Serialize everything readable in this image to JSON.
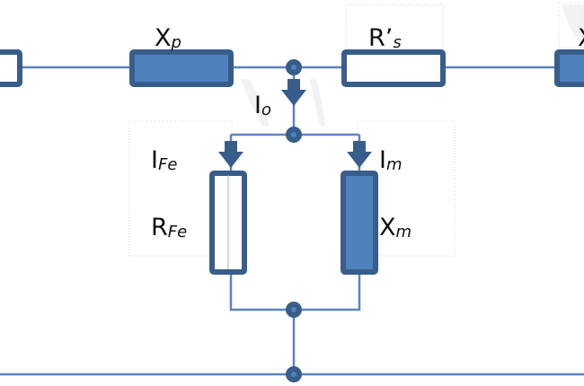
{
  "diagram": {
    "title": "Transformer equivalent circuit (referred to primary)",
    "colors": {
      "component_fill": "#4f81bd",
      "component_border": "#385d8a",
      "wire": "#5b84be",
      "text": "#111111"
    },
    "components": {
      "xp": {
        "main": "X",
        "sub": "p",
        "type": "reactance"
      },
      "rs": {
        "main": "R’",
        "sub": "s",
        "type": "resistance"
      },
      "xs_partial": {
        "main": "X",
        "sub": "",
        "type": "reactance"
      },
      "rfe": {
        "main": "R",
        "sub": "Fe",
        "type": "resistance"
      },
      "xm": {
        "main": "X",
        "sub": "m",
        "type": "reactance"
      },
      "rp_partial": {
        "type": "resistance"
      }
    },
    "currents": {
      "io": {
        "main": "I",
        "sub": "o"
      },
      "ife": {
        "main": "I",
        "sub": "Fe"
      },
      "im": {
        "main": "I",
        "sub": "m"
      }
    }
  }
}
